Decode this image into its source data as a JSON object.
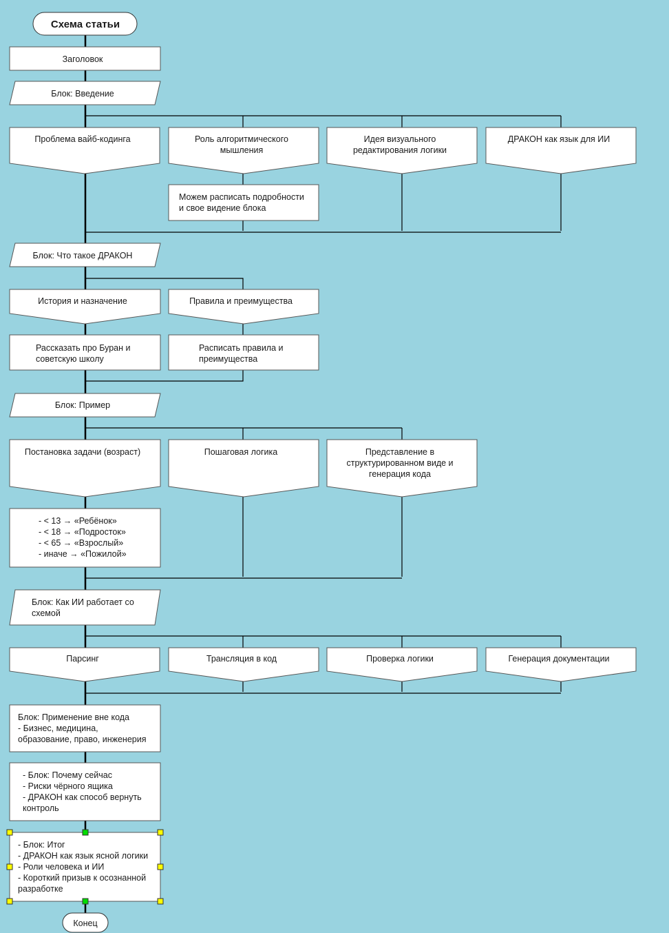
{
  "diagram": {
    "title": "Схема статьи",
    "end": "Конец",
    "header": "Заголовок",
    "blocks": {
      "intro": {
        "label": "Блок: Введение",
        "branches": [
          "Проблема вайб-кодинга",
          "Роль алгоритмического\nмышления",
          "Идея визуального\nредактирования логики",
          "ДРАКОН как язык для ИИ"
        ],
        "note": "Можем расписать подробности\nи свое видение блока"
      },
      "what": {
        "label": "Блок: Что такое ДРАКОН",
        "branches": [
          "История и назначение",
          "Правила и преимущества"
        ],
        "actions": [
          "Рассказать про Буран и\nсоветскую школу",
          "Расписать правила и\nпреимущества"
        ]
      },
      "example": {
        "label": "Блок: Пример",
        "branches": [
          "Постановка задачи (возраст)",
          "Пошаговая логика",
          "Представление в\nструктурированном виде и\nгенерация кода"
        ],
        "action": "- < 13 → «Ребёнок»\n- < 18 → «Подросток»\n- < 65 → «Взрослый»\n- иначе → «Пожилой»"
      },
      "ai": {
        "label": "Блок: Как ИИ работает со\nсхемой",
        "branches": [
          "Парсинг",
          "Трансляция в код",
          "Проверка логики",
          "Генерация документации"
        ]
      },
      "apply": "Блок: Применение вне кода\n- Бизнес, медицина,\nобразование, право, инженерия",
      "why": "- Блок: Почему сейчас\n- Риски чёрного ящика\n- ДРАКОН как способ вернуть\nконтроль",
      "summary": "- Блок: Итог\n- ДРАКОН как язык ясной логики\n- Роли человека и ИИ\n- Короткий призыв к осознанной\nразработке"
    }
  },
  "colors": {
    "background": "#99d3e0",
    "box_fill": "#ffffff",
    "line": "#000000",
    "handle_corner": "#ffff00",
    "handle_mid": "#00dd00"
  }
}
